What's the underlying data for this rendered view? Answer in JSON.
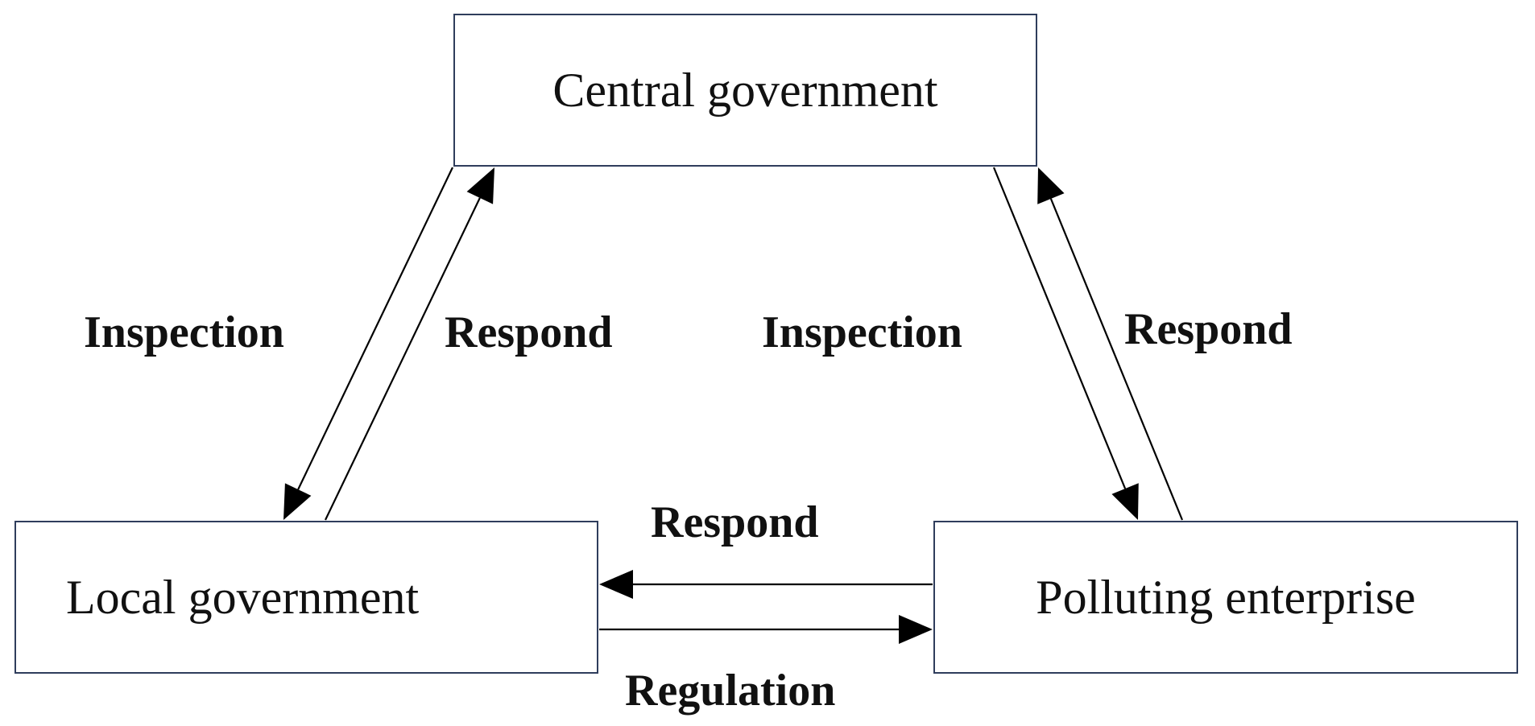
{
  "nodes": {
    "central": "Central government",
    "local": "Local government",
    "polluting": "Polluting enterprise"
  },
  "edges": {
    "central_to_local": "Inspection",
    "local_to_central": "Respond",
    "central_to_polluting": "Inspection",
    "polluting_to_central": "Respond",
    "polluting_to_local": "Respond",
    "local_to_polluting": "Regulation"
  },
  "colors": {
    "box_border": "#2f3d5c",
    "arrow": "#000000",
    "text": "#111111"
  }
}
